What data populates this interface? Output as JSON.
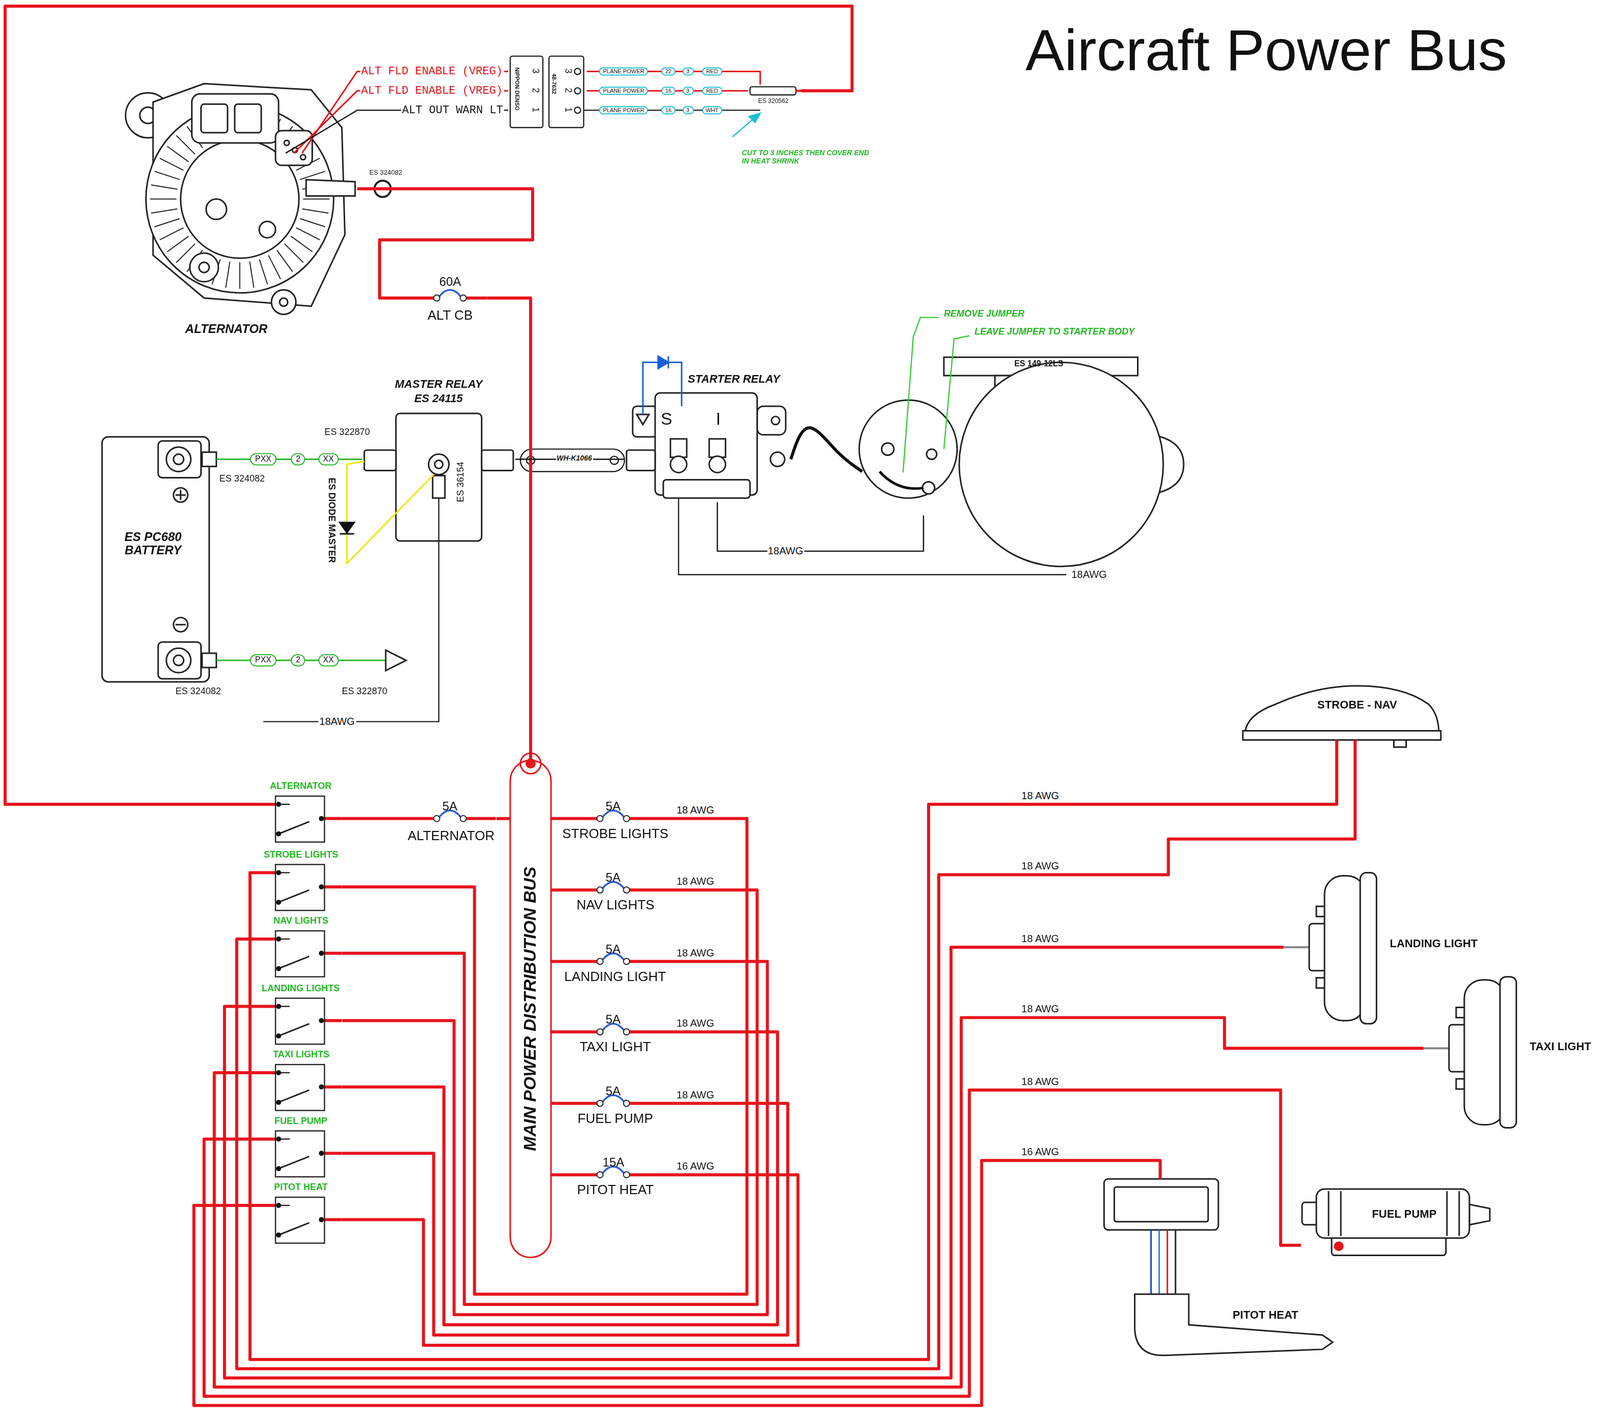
{
  "diagram": {
    "title": "Aircraft Power Bus",
    "nodes": [
      {
        "text": [
          "ALTERNATOR"
        ]
      },
      {
        "text": [
          "NIPPON DENSO",
          "48-7632"
        ]
      },
      {
        "text": [
          "ES 320562"
        ]
      },
      {
        "text": [
          "60A",
          "ALT CB"
        ]
      },
      {
        "text": [
          "MASTER RELAY",
          "ES 24115"
        ]
      },
      {
        "text": [
          "ES PC680 BATTERY"
        ]
      },
      {
        "text": [
          "STARTER RELAY",
          "S",
          "I"
        ]
      },
      {
        "text": [
          "ES 149-12LS"
        ]
      },
      {
        "text": [
          "MAIN POWER DISTRIBUTION BUS"
        ]
      },
      {
        "text": [
          "ALTERNATOR"
        ]
      },
      {
        "text": [
          "STROBE LIGHTS"
        ]
      },
      {
        "text": [
          "NAV LIGHTS"
        ]
      },
      {
        "text": [
          "LANDING LIGHTS"
        ]
      },
      {
        "text": [
          "TAXI LIGHTS"
        ]
      },
      {
        "text": [
          "FUEL PUMP"
        ]
      },
      {
        "text": [
          "PITOT HEAT"
        ]
      },
      {
        "text": [
          "5A",
          "ALTERNATOR"
        ]
      },
      {
        "text": [
          "5A",
          "STROBE LIGHTS"
        ]
      },
      {
        "text": [
          "5A",
          "NAV LIGHTS"
        ]
      },
      {
        "text": [
          "5A",
          "LANDING LIGHT"
        ]
      },
      {
        "text": [
          "5A",
          "TAXI LIGHT"
        ]
      },
      {
        "text": [
          "5A",
          "FUEL PUMP"
        ]
      },
      {
        "text": [
          "15A",
          "PITOT HEAT"
        ]
      },
      {
        "text": [
          "STROBE - NAV"
        ]
      },
      {
        "text": [
          "LANDING LIGHT"
        ]
      },
      {
        "text": [
          "TAXI LIGHT"
        ]
      },
      {
        "text": [
          "FUEL PUMP"
        ]
      },
      {
        "text": [
          "PITOT HEAT"
        ]
      }
    ],
    "edges": [
      {
        "from": 1,
        "to": 0,
        "arrow": "none",
        "label": "ALT FLD ENABLE (VREG)"
      },
      {
        "from": 1,
        "to": 0,
        "arrow": "none",
        "label": "ALT FLD ENABLE (VREG)"
      },
      {
        "from": 1,
        "to": 0,
        "arrow": "none",
        "label": "ALT OUT WARN LT"
      },
      {
        "from": 1,
        "to": 2,
        "arrow": "none"
      },
      {
        "from": 1,
        "to": 2,
        "arrow": "none"
      },
      {
        "from": 0,
        "to": 3,
        "arrow": "none"
      },
      {
        "from": 3,
        "to": 8,
        "arrow": "none"
      },
      {
        "from": 5,
        "to": 4,
        "arrow": "none"
      },
      {
        "from": 4,
        "to": 6,
        "arrow": "none",
        "label": "WH-K1066"
      },
      {
        "from": 6,
        "to": 7,
        "arrow": "none"
      },
      {
        "from": 6,
        "to": 7,
        "arrow": "none",
        "label": "18AWG"
      },
      {
        "from": 9,
        "to": 2,
        "arrow": "none"
      },
      {
        "from": 8,
        "to": 16,
        "arrow": "none"
      },
      {
        "from": 16,
        "to": 9,
        "arrow": "none"
      },
      {
        "from": 8,
        "to": 17,
        "arrow": "none"
      },
      {
        "from": 8,
        "to": 18,
        "arrow": "none"
      },
      {
        "from": 8,
        "to": 19,
        "arrow": "none"
      },
      {
        "from": 8,
        "to": 20,
        "arrow": "none"
      },
      {
        "from": 8,
        "to": 21,
        "arrow": "none"
      },
      {
        "from": 8,
        "to": 22,
        "arrow": "none"
      },
      {
        "from": 17,
        "to": 10,
        "arrow": "none",
        "label": "18 AWG"
      },
      {
        "from": 18,
        "to": 11,
        "arrow": "none",
        "label": "18 AWG"
      },
      {
        "from": 19,
        "to": 12,
        "arrow": "none",
        "label": "18 AWG"
      },
      {
        "from": 20,
        "to": 13,
        "arrow": "none",
        "label": "18 AWG"
      },
      {
        "from": 21,
        "to": 14,
        "arrow": "none",
        "label": "18 AWG"
      },
      {
        "from": 22,
        "to": 15,
        "arrow": "none",
        "label": "16 AWG"
      },
      {
        "from": 10,
        "to": 23,
        "arrow": "none",
        "label": "18 AWG"
      },
      {
        "from": 11,
        "to": 23,
        "arrow": "none",
        "label": "18 AWG"
      },
      {
        "from": 12,
        "to": 24,
        "arrow": "none",
        "label": "18 AWG"
      },
      {
        "from": 13,
        "to": 25,
        "arrow": "none",
        "label": "18 AWG"
      },
      {
        "from": 14,
        "to": 26,
        "arrow": "none",
        "label": "18 AWG"
      },
      {
        "from": 15,
        "to": 27,
        "arrow": "none",
        "label": "16 AWG"
      }
    ],
    "labels": [
      "3",
      "2",
      "1",
      "3",
      "2",
      "1",
      "PLANE POWER",
      "22",
      "3",
      "RED",
      "PLANE POWER",
      "16",
      "3",
      "RED",
      "PLANE POWER",
      "16",
      "3",
      "WHT",
      "CUT TO 3 INCHES THEN COVER END IN HEAT SHRINK",
      "ES 324082",
      "ES 322870",
      "ES 324082",
      "PXX",
      "2",
      "XX",
      "ES DIODE MASTER",
      "ES 36154",
      "18AWG",
      "PXX",
      "2",
      "XX",
      "ES 324082",
      "ES 322870",
      "18AWG",
      "REMOVE JUMPER",
      "LEAVE JUMPER TO STARTER BODY"
    ]
  }
}
